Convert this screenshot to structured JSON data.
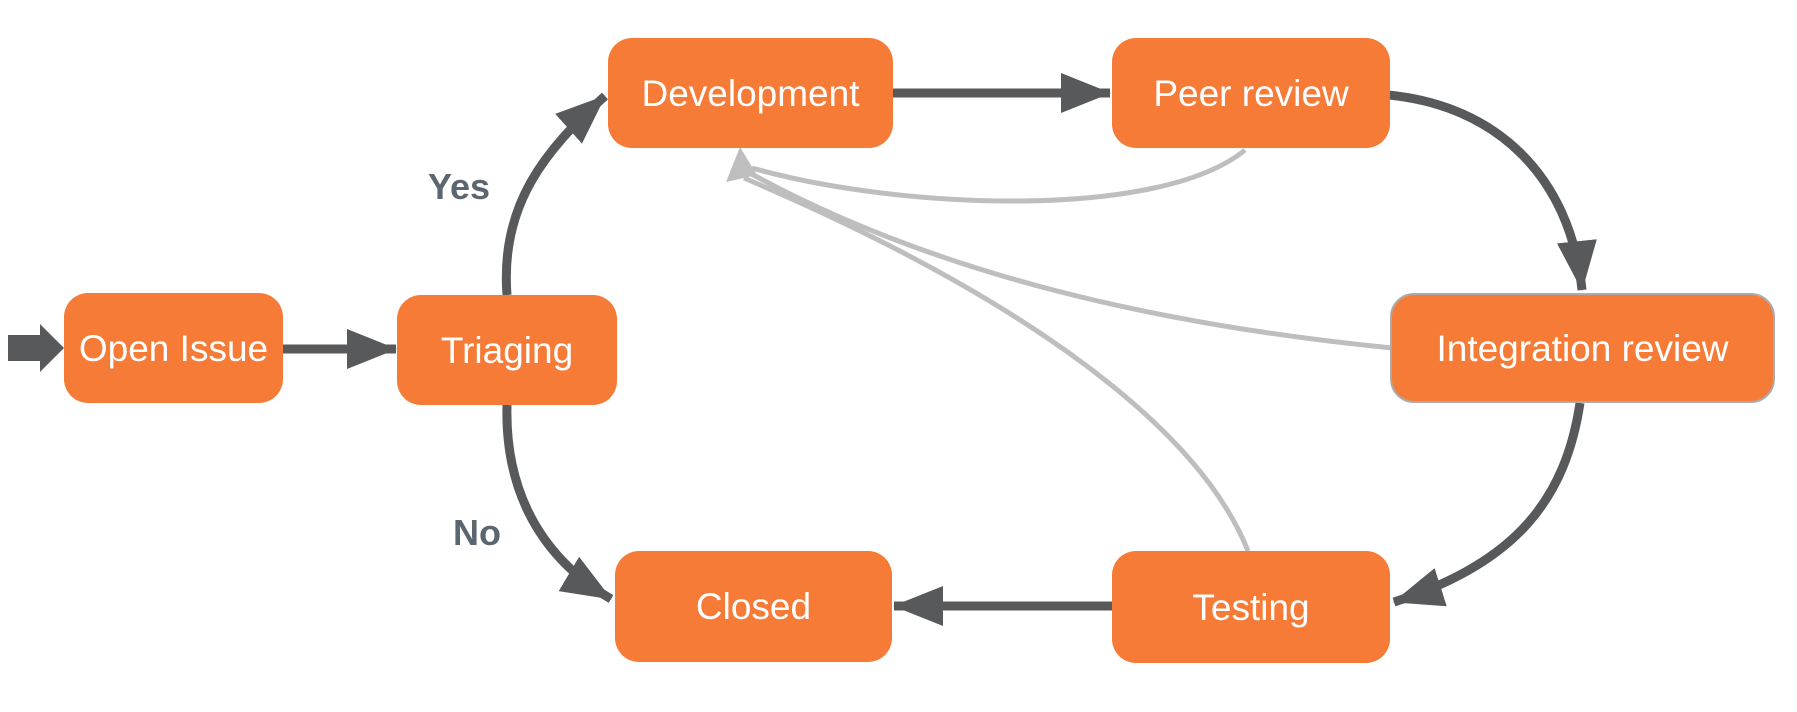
{
  "diagram": {
    "type": "flowchart",
    "nodes": [
      {
        "id": "open-issue",
        "label": "Open Issue"
      },
      {
        "id": "triaging",
        "label": "Triaging"
      },
      {
        "id": "development",
        "label": "Development"
      },
      {
        "id": "peer-review",
        "label": "Peer review"
      },
      {
        "id": "integration-review",
        "label": "Integration review"
      },
      {
        "id": "closed",
        "label": "Closed"
      },
      {
        "id": "testing",
        "label": "Testing"
      }
    ],
    "edges": [
      {
        "from": "start",
        "to": "open-issue",
        "label": "",
        "style": "dark"
      },
      {
        "from": "open-issue",
        "to": "triaging",
        "label": "",
        "style": "dark"
      },
      {
        "from": "triaging",
        "to": "development",
        "label": "Yes",
        "style": "dark"
      },
      {
        "from": "triaging",
        "to": "closed",
        "label": "No",
        "style": "dark"
      },
      {
        "from": "development",
        "to": "peer-review",
        "label": "",
        "style": "dark"
      },
      {
        "from": "peer-review",
        "to": "integration-review",
        "label": "",
        "style": "dark"
      },
      {
        "from": "integration-review",
        "to": "testing",
        "label": "",
        "style": "dark"
      },
      {
        "from": "testing",
        "to": "closed",
        "label": "",
        "style": "dark"
      },
      {
        "from": "peer-review",
        "to": "development",
        "label": "",
        "style": "feedback"
      },
      {
        "from": "integration-review",
        "to": "development",
        "label": "",
        "style": "feedback"
      },
      {
        "from": "testing",
        "to": "development",
        "label": "",
        "style": "feedback"
      }
    ],
    "colors": {
      "node_fill": "#F57B36",
      "node_text": "#FFFFFF",
      "arrow_dark": "#58595B",
      "arrow_feedback": "#BEBEBE",
      "edge_label_text": "#5C6670",
      "integration_review_border": "#A9ABAD",
      "background": "#FFFFFF"
    }
  }
}
